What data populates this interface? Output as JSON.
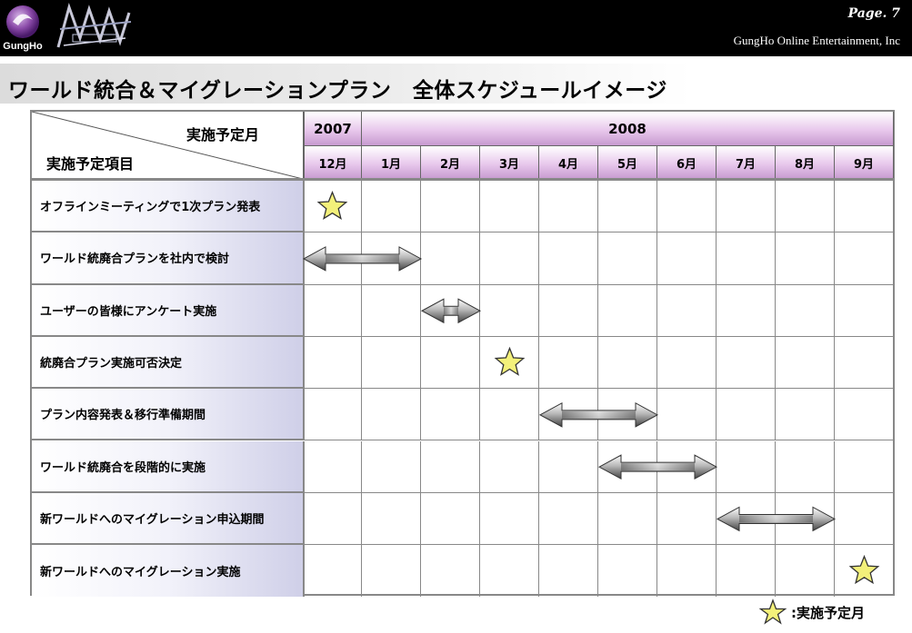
{
  "header": {
    "gungho_logo_text": "GungHo",
    "page_label": "Page. 7",
    "company": "GungHo Online Entertainment, Inc"
  },
  "title": "ワールド統合＆マイグレーションプラン　全体スケジュールイメージ",
  "schedule": {
    "corner_top": "実施予定月",
    "corner_bottom": "実施予定項目",
    "years": [
      {
        "label": "2007",
        "span": 1
      },
      {
        "label": "2008",
        "span": 9
      }
    ],
    "months": [
      "12月",
      "1月",
      "2月",
      "3月",
      "4月",
      "5月",
      "6月",
      "7月",
      "8月",
      "9月"
    ],
    "rows": [
      {
        "label": "オフラインミーティングで1次プラン発表",
        "mark": "star",
        "start": 0
      },
      {
        "label": "ワールド統廃合プランを社内で検討",
        "mark": "arrow",
        "start": 0,
        "end": 2
      },
      {
        "label": "ユーザーの皆様にアンケート実施",
        "mark": "arrow",
        "start": 2,
        "end": 3
      },
      {
        "label": "統廃合プラン実施可否決定",
        "mark": "star",
        "start": 3
      },
      {
        "label": "プラン内容発表＆移行準備期間",
        "mark": "arrow",
        "start": 4,
        "end": 6
      },
      {
        "label": "ワールド統廃合を段階的に実施",
        "mark": "arrow",
        "start": 5,
        "end": 7
      },
      {
        "label": "新ワールドへのマイグレーション申込期間",
        "mark": "arrow",
        "start": 7,
        "end": 9
      },
      {
        "label": "新ワールドへのマイグレーション実施",
        "mark": "star",
        "start": 9
      }
    ]
  },
  "legend": {
    "label": ":実施予定月",
    "icon": "star-icon"
  },
  "colors": {
    "header_bg": "#000000",
    "star_fill": "#f3f07a",
    "header_band": "#c79ad0"
  }
}
